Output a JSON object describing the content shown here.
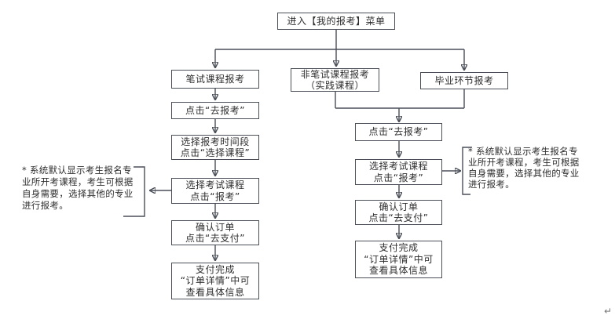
{
  "colors": {
    "background": "#ffffff",
    "line": "#4a4f58",
    "text": "#2e2e2e",
    "return_mark": "#777777"
  },
  "flowchart": {
    "start": "进入【我的报考】菜单",
    "branch_written": "笔试课程报考",
    "branch_practical": "非笔试课程报考\n（实践课程）",
    "branch_graduation": "毕业环节报考",
    "left": {
      "s1": "点击“去报考”",
      "s2": "选择报考时间段\n点击“选择课程”",
      "s3": "选择考试课程\n点击“报考”",
      "s4": "确认订单\n点击“去支付”",
      "s5": "支付完成\n“订单详情”中可\n查看具体信息"
    },
    "right": {
      "s1": "点击“去报考”",
      "s2": "选择考试课程\n点击“报考”",
      "s3": "确认订单\n点击“去支付”",
      "s4": "支付完成\n“订单详情”中可\n查看具体信息"
    },
    "note_left": "* 系统默认显示考生报名专\n业所开考课程，考生可根据\n自身需要，选择其他的专业\n进行报考。",
    "note_right": "* 系统默认显示考生报名专\n业所开考课程，考生可根据\n自身需要，选择其他的专业\n进行报考。",
    "return_mark": "↵"
  }
}
